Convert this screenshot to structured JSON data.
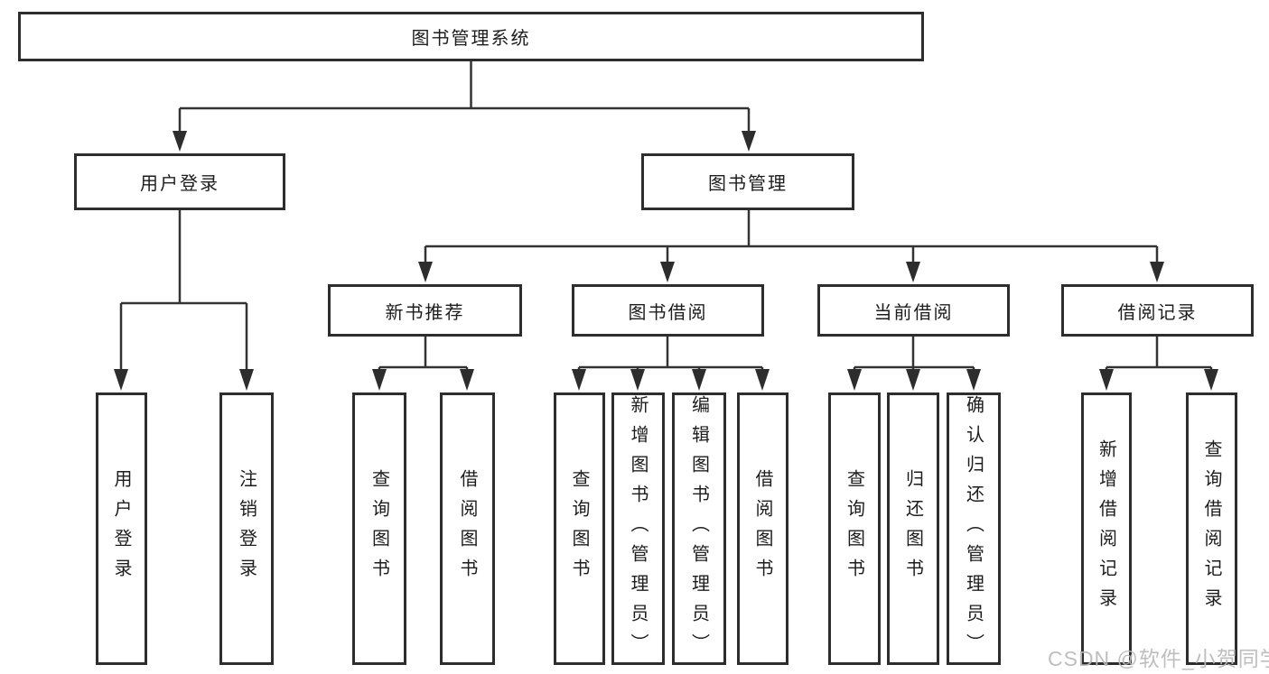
{
  "diagram": {
    "root": {
      "label": "图书管理系统"
    },
    "branches": [
      {
        "label": "用户登录",
        "children": [
          {
            "label": "用户登录"
          },
          {
            "label": "注销登录"
          }
        ]
      },
      {
        "label": "图书管理",
        "children": [
          {
            "label": "新书推荐",
            "children": [
              {
                "label": "查询图书"
              },
              {
                "label": "借阅图书"
              }
            ]
          },
          {
            "label": "图书借阅",
            "children": [
              {
                "label": "查询图书"
              },
              {
                "label": "新增图书（管理员）"
              },
              {
                "label": "编辑图书（管理员）"
              },
              {
                "label": "借阅图书"
              }
            ]
          },
          {
            "label": "当前借阅",
            "children": [
              {
                "label": "查询图书"
              },
              {
                "label": "归还图书"
              },
              {
                "label": "确认归还（管理员）"
              }
            ]
          },
          {
            "label": "借阅记录",
            "children": [
              {
                "label": "新增借阅记录"
              },
              {
                "label": "查询借阅记录"
              }
            ]
          }
        ]
      }
    ]
  },
  "watermark": {
    "text": "CSDN @软件_小贺同学"
  },
  "colors": {
    "line": "#333333",
    "border": "#2d2d2d",
    "text": "#1d1d1d",
    "watermark": "#b9b9b9",
    "background": "#ffffff"
  }
}
